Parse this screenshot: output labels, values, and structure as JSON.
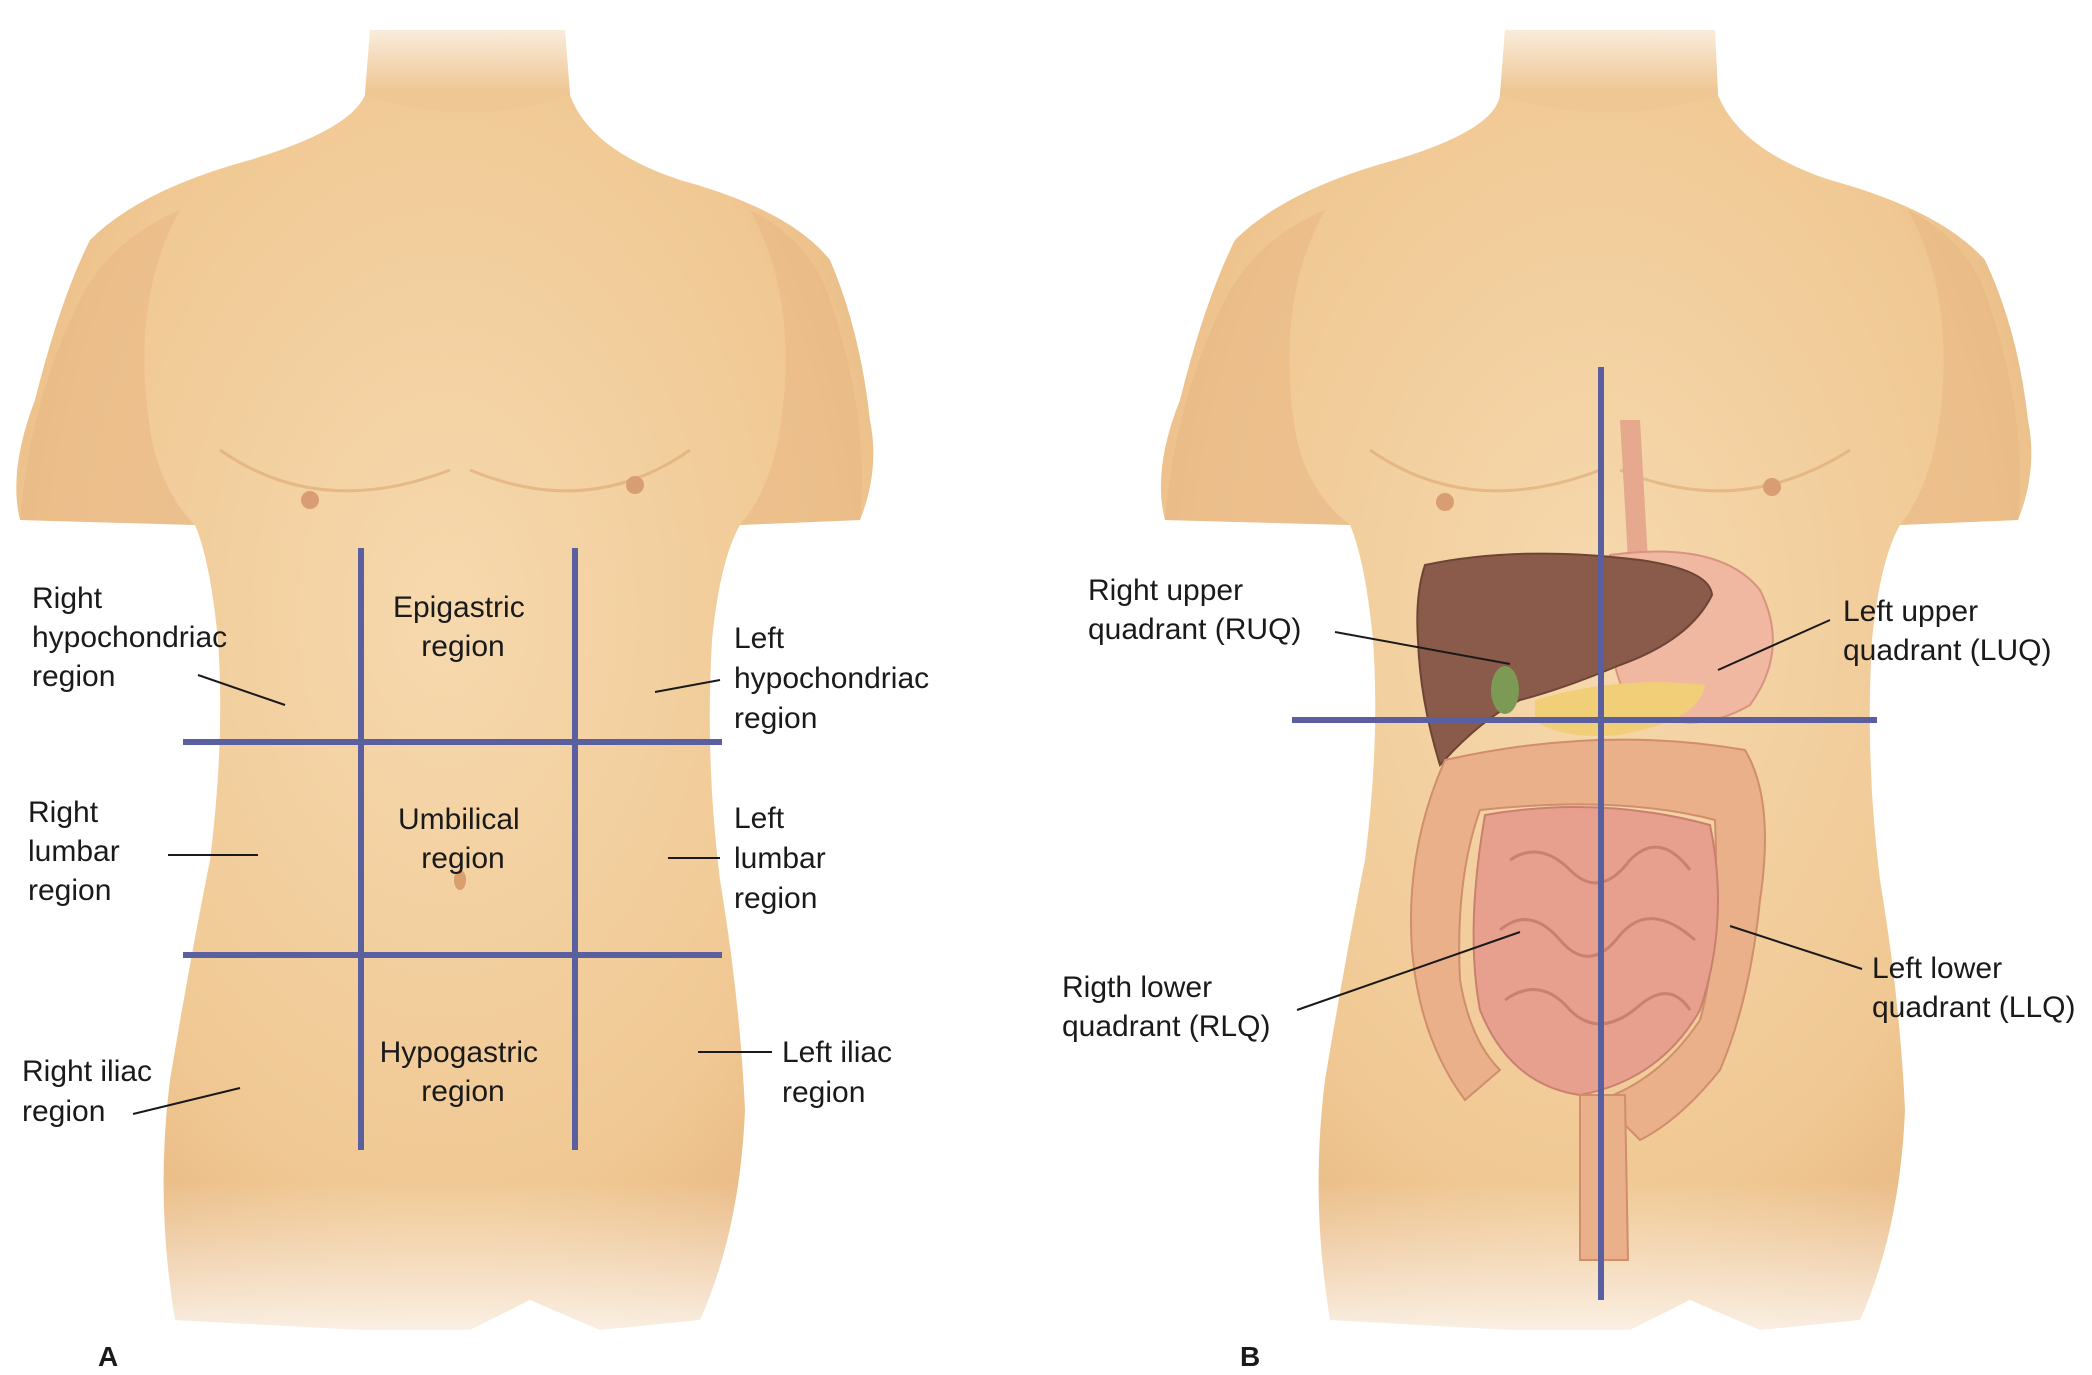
{
  "panels": {
    "a": {
      "letter": "A",
      "regions": {
        "right_hypochondriac": [
          "Right",
          "hypochondriac",
          "region"
        ],
        "epigastric": [
          "Epigastric",
          "region"
        ],
        "left_hypochondriac": [
          "Left",
          "hypochondriac",
          "region"
        ],
        "right_lumbar": [
          "Right",
          "lumbar",
          "region"
        ],
        "umbilical": [
          "Umbilical",
          "region"
        ],
        "left_lumbar": [
          "Left",
          "lumbar",
          "region"
        ],
        "right_iliac": [
          "Right iliac",
          "region"
        ],
        "hypogastric": [
          "Hypogastric",
          "region"
        ],
        "left_iliac": [
          "Left iliac",
          "region"
        ]
      }
    },
    "b": {
      "letter": "B",
      "quadrants": {
        "ruq": [
          "Right upper",
          "quadrant (RUQ)"
        ],
        "luq": [
          "Left upper",
          "quadrant (LUQ)"
        ],
        "rlq": [
          "Rigth lower",
          "quadrant (RLQ)"
        ],
        "llq": [
          "Left lower",
          "quadrant (LLQ)"
        ]
      }
    }
  },
  "colors": {
    "skin": "#f3cfa0",
    "skin_shadow": "#e3b27e",
    "division_lines": "#5a5fa0",
    "liver": "#8a5a4a",
    "intestine": "#e8a08e",
    "colon": "#eab08a"
  }
}
